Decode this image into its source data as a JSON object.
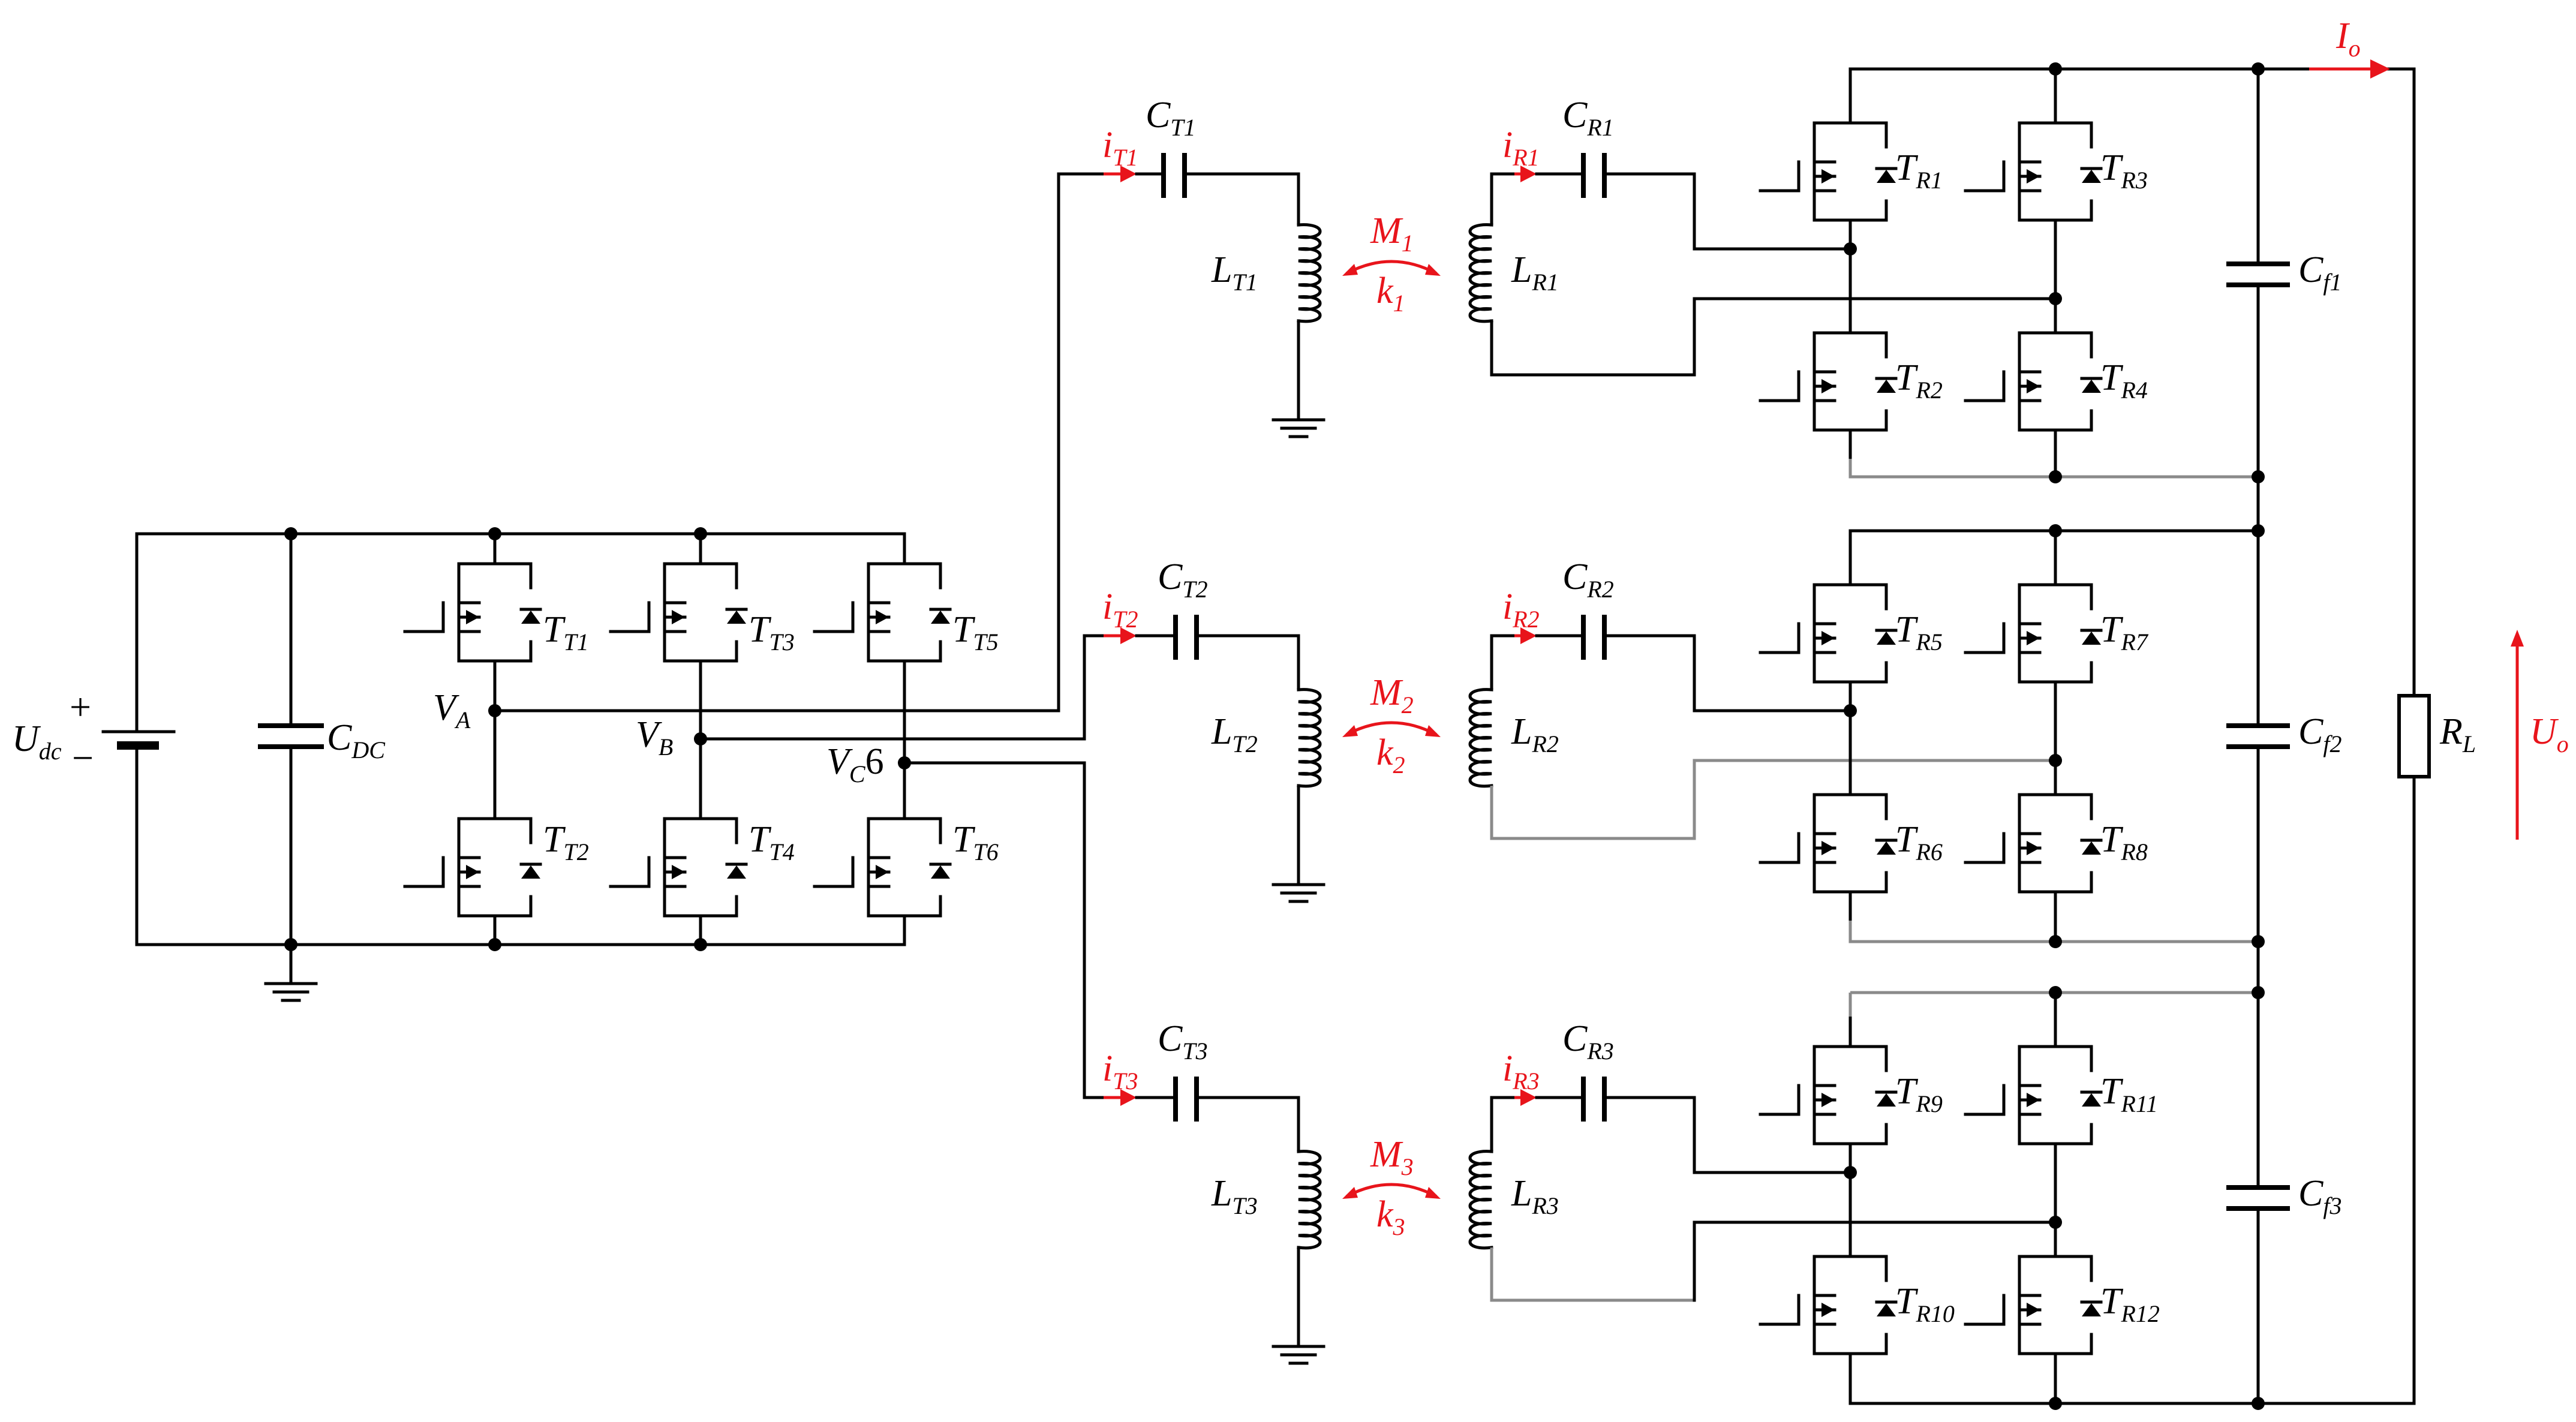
{
  "source": {
    "label": "U",
    "sub": "dc",
    "plus": "+",
    "minus": "−"
  },
  "dc_capacitor": {
    "label": "C",
    "sub": "DC"
  },
  "nodes": {
    "a": {
      "label": "V",
      "sub": "A"
    },
    "b": {
      "label": "V",
      "sub": "B"
    },
    "c": {
      "label": "V",
      "sub": "C",
      "suffix": "6"
    }
  },
  "inverter_switches": [
    {
      "label": "T",
      "sub": "T1"
    },
    {
      "label": "T",
      "sub": "T3"
    },
    {
      "label": "T",
      "sub": "T5"
    },
    {
      "label": "T",
      "sub": "T2"
    },
    {
      "label": "T",
      "sub": "T4"
    },
    {
      "label": "T",
      "sub": "T6"
    }
  ],
  "channels": [
    {
      "ct": {
        "label": "C",
        "sub": "T1"
      },
      "it": {
        "label": "i",
        "sub": "T1"
      },
      "lt": {
        "label": "L",
        "sub": "T1"
      },
      "m": {
        "label": "M",
        "sub": "1"
      },
      "k": {
        "label": "k",
        "sub": "1"
      },
      "lr": {
        "label": "L",
        "sub": "R1"
      },
      "cr": {
        "label": "C",
        "sub": "R1"
      },
      "ir": {
        "label": "i",
        "sub": "R1"
      },
      "cf": {
        "label": "C",
        "sub": "f1"
      },
      "tr": [
        {
          "label": "T",
          "sub": "R1"
        },
        {
          "label": "T",
          "sub": "R3"
        },
        {
          "label": "T",
          "sub": "R2"
        },
        {
          "label": "T",
          "sub": "R4"
        }
      ]
    },
    {
      "ct": {
        "label": "C",
        "sub": "T2"
      },
      "it": {
        "label": "i",
        "sub": "T2"
      },
      "lt": {
        "label": "L",
        "sub": "T2"
      },
      "m": {
        "label": "M",
        "sub": "2"
      },
      "k": {
        "label": "k",
        "sub": "2"
      },
      "lr": {
        "label": "L",
        "sub": "R2"
      },
      "cr": {
        "label": "C",
        "sub": "R2"
      },
      "ir": {
        "label": "i",
        "sub": "R2"
      },
      "cf": {
        "label": "C",
        "sub": "f2"
      },
      "tr": [
        {
          "label": "T",
          "sub": "R5"
        },
        {
          "label": "T",
          "sub": "R7"
        },
        {
          "label": "T",
          "sub": "R6"
        },
        {
          "label": "T",
          "sub": "R8"
        }
      ]
    },
    {
      "ct": {
        "label": "C",
        "sub": "T3"
      },
      "it": {
        "label": "i",
        "sub": "T3"
      },
      "lt": {
        "label": "L",
        "sub": "T3"
      },
      "m": {
        "label": "M",
        "sub": "3"
      },
      "k": {
        "label": "k",
        "sub": "3"
      },
      "lr": {
        "label": "L",
        "sub": "R3"
      },
      "cr": {
        "label": "C",
        "sub": "R3"
      },
      "ir": {
        "label": "i",
        "sub": "R3"
      },
      "cf": {
        "label": "C",
        "sub": "f3"
      },
      "tr": [
        {
          "label": "T",
          "sub": "R9"
        },
        {
          "label": "T",
          "sub": "R11"
        },
        {
          "label": "T",
          "sub": "R10"
        },
        {
          "label": "T",
          "sub": "R12"
        }
      ]
    }
  ],
  "load": {
    "label": "R",
    "sub": "L"
  },
  "output_current": {
    "label": "I",
    "sub": "o"
  },
  "output_voltage": {
    "label": "U",
    "sub": "o"
  },
  "colors": {
    "wire": "#000000",
    "annotation": "#e8141b",
    "gray_wire": "#8a8a8a"
  }
}
